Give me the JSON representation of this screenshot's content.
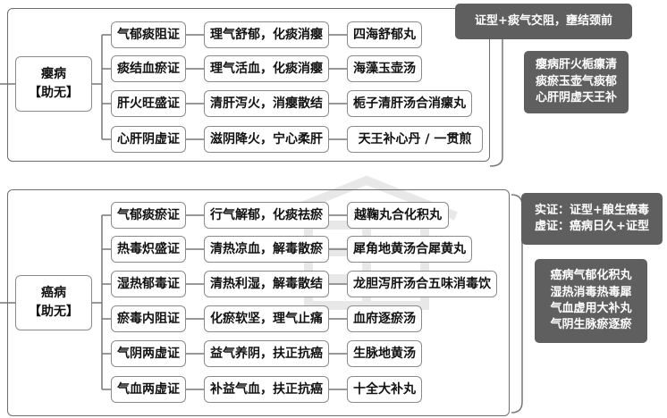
{
  "top": {
    "root_name": "瘿病",
    "root_sub": "【助无】",
    "rows": [
      {
        "syndrome": "气郁痰阻证",
        "method": "理气舒郁，化痰消瘿",
        "formula": "四海舒郁丸"
      },
      {
        "syndrome": "痰结血瘀证",
        "method": "理气活血，化痰消瘿",
        "formula": "海藻玉壶汤"
      },
      {
        "syndrome": "肝火旺盛证",
        "method": "清肝泻火，消瘿散结",
        "formula": "栀子清肝汤合消瘰丸"
      },
      {
        "syndrome": "心肝阴虚证",
        "method": "滋阴降火，宁心柔肝",
        "formula": "天王补心丹 / 一贯煎"
      }
    ],
    "note_title": "证型+痰气交阻，壅结颈前",
    "mnemonic": [
      "瘿病肝火栀瘰清",
      "痰瘀玉壶气痰郁",
      "心肝阴虚天王补"
    ]
  },
  "bottom": {
    "root_name": "癌病",
    "root_sub": "【助无】",
    "rows": [
      {
        "syndrome": "气郁痰瘀证",
        "method": "行气解郁，化痰祛瘀",
        "formula": "越鞠丸合化积丸"
      },
      {
        "syndrome": "热毒炽盛证",
        "method": "清热凉血，解毒散瘀",
        "formula": "犀角地黄汤合犀黄丸"
      },
      {
        "syndrome": "湿热郁毒证",
        "method": "清热利湿，解毒散结",
        "formula": "龙胆泻肝汤合五味消毒饮"
      },
      {
        "syndrome": "瘀毒内阻证",
        "method": "化瘀软坚，理气止痛",
        "formula": "血府逐瘀汤"
      },
      {
        "syndrome": "气阴两虚证",
        "method": "益气养阴，扶正抗癌",
        "formula": "生脉地黄汤"
      },
      {
        "syndrome": "气血两虚证",
        "method": "补益气血，扶正抗癌",
        "formula": "十全大补丸"
      }
    ],
    "note_lines": [
      "实证：证型+酿生癌毒",
      "虚证：癌病日久+证型"
    ],
    "mnemonic": [
      "癌病气郁化积丸",
      "湿热消毒热毒犀",
      "气血虚用大补丸",
      "气阴生脉瘀逐瘀"
    ]
  },
  "colors": {
    "border": "#8a8a8a",
    "frame": "#6e6e6e",
    "note_bg": "#5f5f5f",
    "note_text": "#ffffff",
    "watermark": "#e6e6e6"
  }
}
